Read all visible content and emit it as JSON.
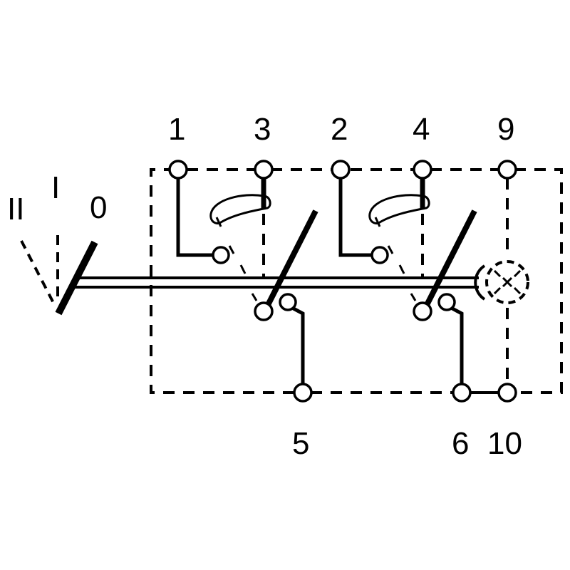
{
  "diagram": {
    "type": "switch-schematic",
    "positions": {
      "pos2": "II",
      "pos1": "I",
      "pos0": "0"
    },
    "terminals_top": [
      "1",
      "3",
      "2",
      "4",
      "9"
    ],
    "terminals_bottom": [
      "5",
      "6",
      "10"
    ],
    "indicator": "lamp",
    "colors": {
      "line": "#000000",
      "background": "#ffffff"
    }
  }
}
